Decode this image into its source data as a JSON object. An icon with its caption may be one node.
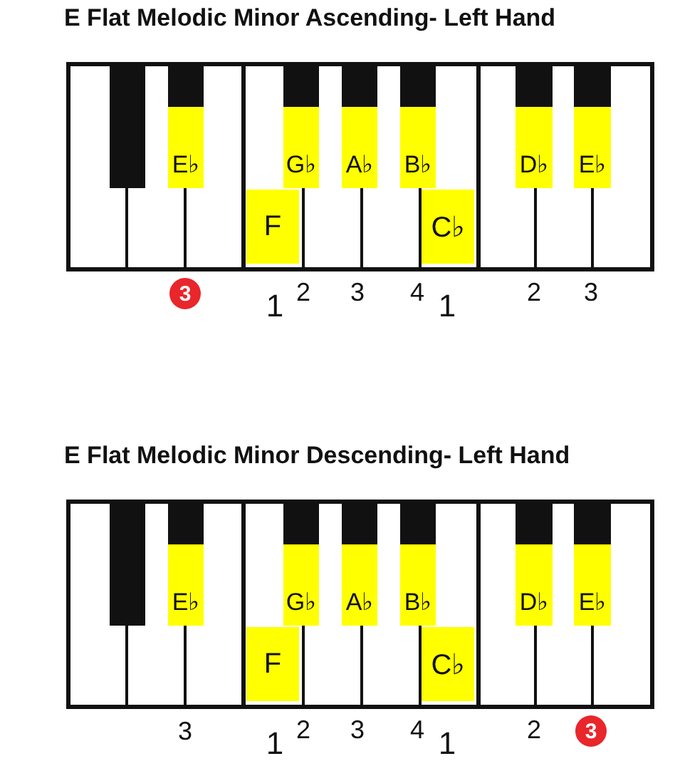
{
  "diagram": {
    "nodes": [
      {
        "text": [
          "E♭"
        ]
      },
      {
        "text": [
          "G♭"
        ]
      },
      {
        "text": [
          "A♭"
        ]
      },
      {
        "text": [
          "B♭"
        ]
      },
      {
        "text": [
          "D♭"
        ]
      },
      {
        "text": [
          "E♭"
        ]
      },
      {
        "text": [
          "F"
        ]
      },
      {
        "text": [
          "C♭"
        ]
      },
      {
        "text": [
          "3"
        ]
      },
      {
        "text": [
          "E♭"
        ]
      },
      {
        "text": [
          "G♭"
        ]
      },
      {
        "text": [
          "A♭"
        ]
      },
      {
        "text": [
          "B♭"
        ]
      },
      {
        "text": [
          "D♭"
        ]
      },
      {
        "text": [
          "E♭"
        ]
      },
      {
        "text": [
          "F"
        ]
      },
      {
        "text": [
          "C♭"
        ]
      },
      {
        "text": [
          "3"
        ]
      }
    ],
    "labels": [
      "E Flat Melodic Minor Ascending- Left Hand",
      "1",
      "2",
      "3",
      "4",
      "1",
      "2",
      "3",
      "E Flat Melodic Minor Descending- Left Hand",
      "3",
      "1",
      "2",
      "3",
      "4",
      "1",
      "2"
    ]
  }
}
